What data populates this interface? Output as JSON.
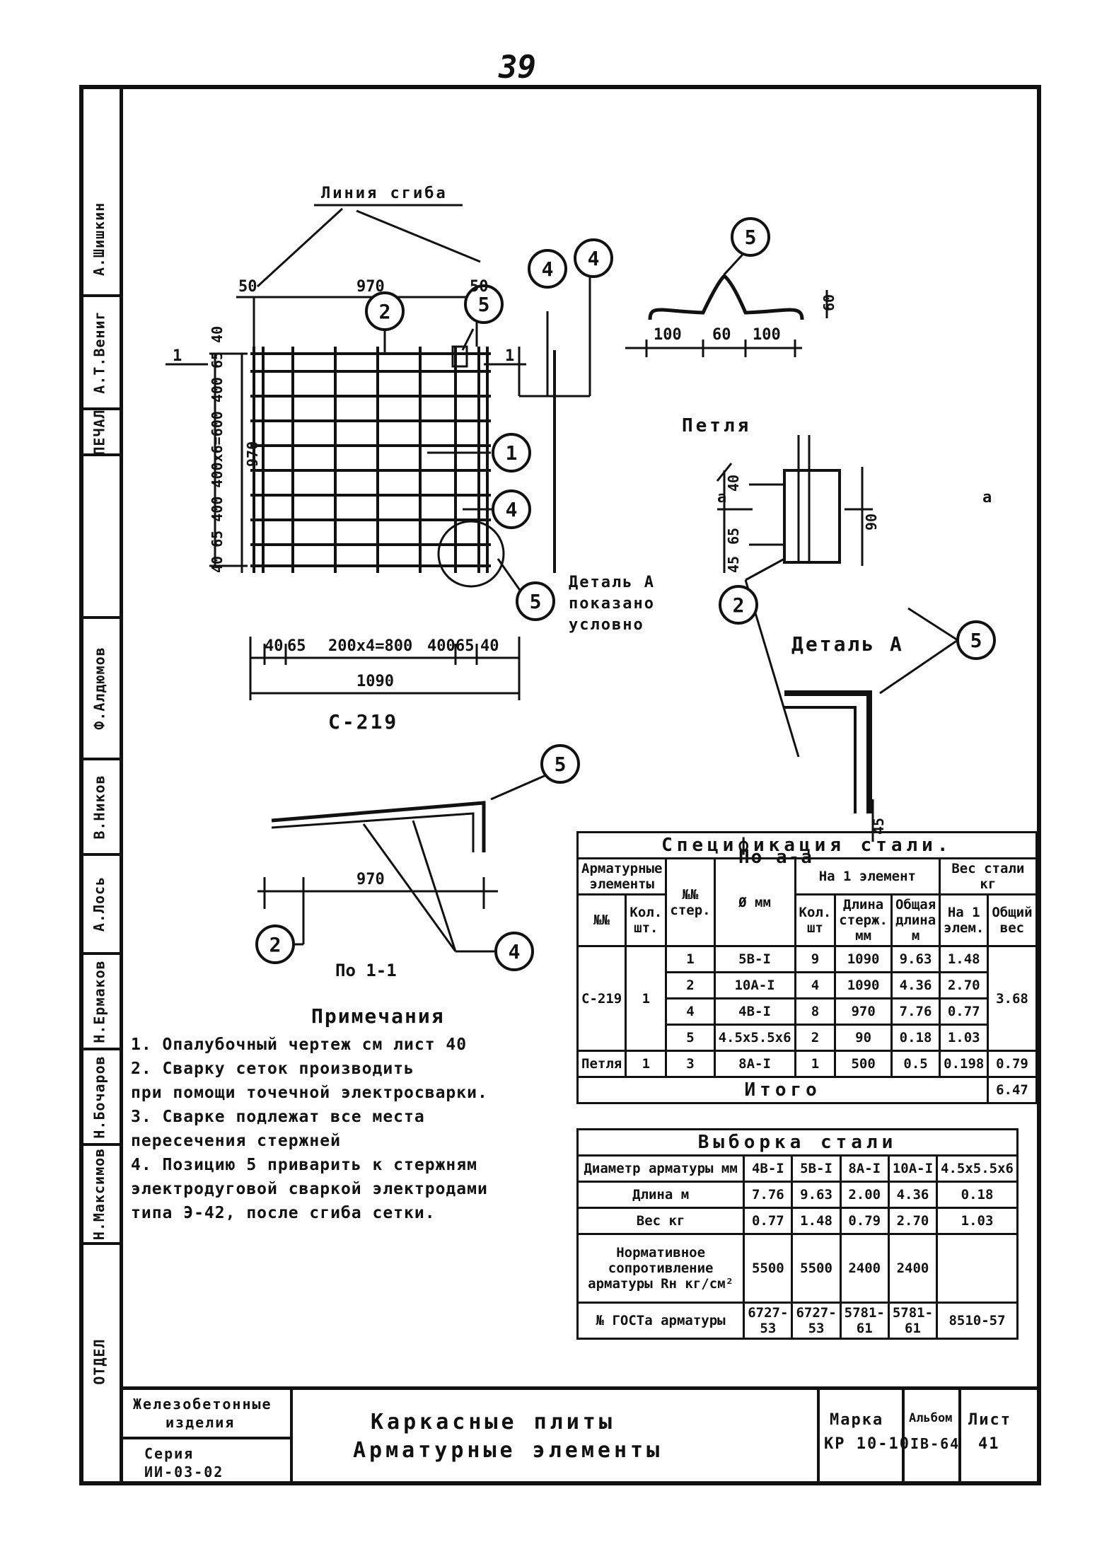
{
  "page_number": "39",
  "side_strip": [
    "А.Шишкин",
    "А.Т.Вениг",
    "ПЕЧАЛ",
    "Ф.Алдюмов",
    "В.Ников",
    "А.Лось",
    "Н.Ермаков",
    "Н.Бочаров",
    "Н.Максимов",
    "ОТДЕЛ"
  ],
  "main_view": {
    "cut_line": "Линия сгиба",
    "dims_top": [
      "50",
      "970",
      "50"
    ],
    "dim_left": "970",
    "dim_left_detail": "40 65 400 400х6=600 400 65 40",
    "dims_bottom": [
      "40",
      "65",
      "200х4=800",
      "400",
      "65",
      "40"
    ],
    "dim_total": "1090",
    "section_mark": "1",
    "name": "С-219"
  },
  "callouts": [
    "1",
    "2",
    "4",
    "5"
  ],
  "detail_note": [
    "Деталь А",
    "показано",
    "условно"
  ],
  "loop_view": {
    "title": "Петля",
    "dims": [
      "100",
      "60",
      "100"
    ],
    "height": "60"
  },
  "detail_a": {
    "title": "Деталь А",
    "section_label": "а",
    "dims_left": [
      "65",
      "40",
      "45"
    ],
    "dim_right": "90",
    "dim_bottom": "45",
    "caption": "По а-а"
  },
  "section_11": {
    "dim": "970",
    "caption": "По 1-1"
  },
  "notes": {
    "title": "Примечания",
    "lines": [
      "1. Опалубочный чертеж см лист 40",
      "2. Сварку сеток производить",
      "   при помощи точечной электросварки.",
      "3. Сварке подлежат все места",
      "   пересечения стержней",
      "4. Позицию 5 приварить к стержням",
      "   электродуговой сваркой электродами",
      "   типа Э-42, после сгиба сетки."
    ]
  },
  "spec_table": {
    "title": "Спецификация стали.",
    "head": {
      "elements": "Арматурные элементы",
      "pos": "№№ стер.",
      "diam": "Ø мм",
      "per_elem": "На 1 элемент",
      "weight": "Вес стали кг",
      "nn": "№№",
      "qty": "Кол. шт.",
      "count": "Кол. шт",
      "len": "Длина стерж. мм",
      "total_len": "Общая длина м",
      "w_one": "На 1 элем.",
      "w_total": "Общий вес"
    },
    "rows": [
      {
        "mark": "С-219",
        "qty": "1",
        "pos": "1",
        "diam": "5В-I",
        "count": "9",
        "len": "1090",
        "tlen": "9.63",
        "w": "1.48",
        "wtot": "3.68"
      },
      {
        "pos": "2",
        "diam": "10А-I",
        "count": "4",
        "len": "1090",
        "tlen": "4.36",
        "w": "2.70"
      },
      {
        "pos": "4",
        "diam": "4В-I",
        "count": "8",
        "len": "970",
        "tlen": "7.76",
        "w": "0.77"
      },
      {
        "pos": "5",
        "diam": "4.5х5.5х6",
        "count": "2",
        "len": "90",
        "tlen": "0.18",
        "w": "1.03"
      }
    ],
    "loop_row": {
      "mark": "Петля",
      "qty": "1",
      "pos": "3",
      "diam": "8А-I",
      "count": "1",
      "len": "500",
      "tlen": "0.5",
      "w": "0.198",
      "wtot": "0.79"
    },
    "total_label": "Итого",
    "total_value": "6.47"
  },
  "sel_table": {
    "title": "Выборка стали",
    "cols": [
      "4В-I",
      "5В-I",
      "8А-I",
      "10А-I",
      "4.5х5.5х6"
    ],
    "row_labels": [
      "Диаметр арматуры мм",
      "Длина м",
      "Вес кг",
      "Нормативное сопротивление арматуры Rн кг/см²",
      "№ ГОСТа арматуры"
    ],
    "len": [
      "7.76",
      "9.63",
      "2.00",
      "4.36",
      "0.18"
    ],
    "weight": [
      "0.77",
      "1.48",
      "0.79",
      "2.70",
      "1.03"
    ],
    "resist": [
      "5500",
      "5500",
      "2400",
      "2400",
      ""
    ],
    "gost": [
      "6727-53",
      "6727-53",
      "5781-61",
      "5781-61",
      "8510-57"
    ]
  },
  "title_block": {
    "org": [
      "Железобетонные",
      "изделия"
    ],
    "series": [
      "Серия",
      "ИИ-03-02"
    ],
    "title": [
      "Каркасные плиты",
      "Арматурные элементы"
    ],
    "mark_label": "Марка",
    "mark_value": "КР 10-10",
    "album_label": "Альбом",
    "album_value": "IВ-64",
    "sheet_label": "Лист",
    "sheet_value": "41"
  }
}
